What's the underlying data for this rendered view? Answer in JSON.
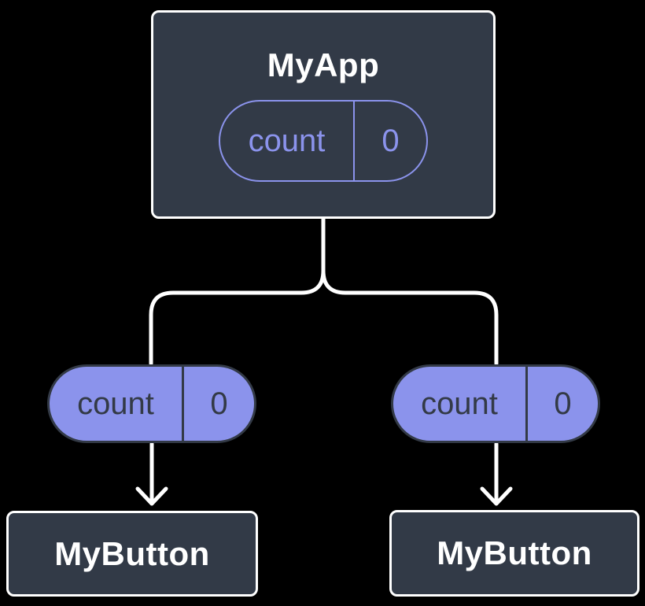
{
  "colors": {
    "background": "#000000",
    "node_fill": "#323A47",
    "node_border": "#FFFFFF",
    "accent_purple": "#8B93EC",
    "pill_dark": "#333A46",
    "connector": "#FFFFFF",
    "title_text": "#FFFFFF"
  },
  "root_node": {
    "title": "MyApp",
    "state_pill": {
      "label": "count",
      "value": "0"
    }
  },
  "left_branch": {
    "prop_pill": {
      "label": "count",
      "value": "0"
    },
    "child": {
      "title": "MyButton"
    }
  },
  "right_branch": {
    "prop_pill": {
      "label": "count",
      "value": "0"
    },
    "child": {
      "title": "MyButton"
    }
  }
}
